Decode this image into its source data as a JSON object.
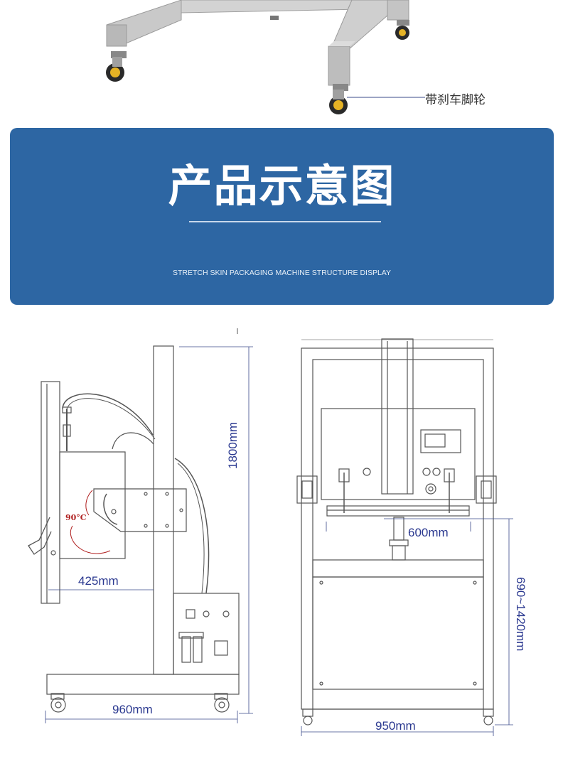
{
  "callout": {
    "caster_label": "带刹车脚轮"
  },
  "banner": {
    "title": "产品示意图",
    "subtitle": "STRETCH SKIN PACKAGING MACHINE STRUCTURE DISPLAY",
    "background_color": "#2d66a3"
  },
  "dimensions": {
    "height": "1800mm",
    "side_depth": "425mm",
    "side_width": "960mm",
    "plate_width": "600mm",
    "stroke_range": "690~1420mm",
    "front_width": "950mm",
    "angle": "90°C"
  },
  "colors": {
    "dimension_text": "#2b3990",
    "angle_text": "#b02020",
    "line": "#555555"
  }
}
